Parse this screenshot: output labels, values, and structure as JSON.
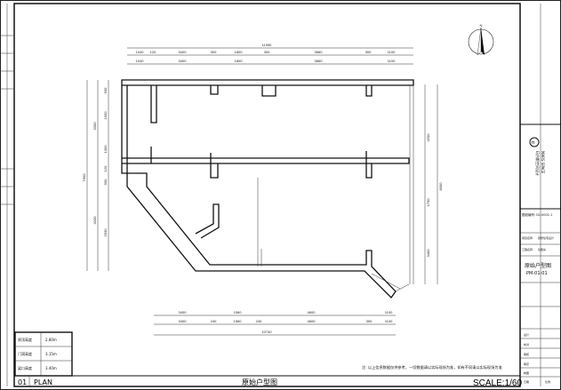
{
  "drawing": {
    "top_total": "11950",
    "top_row1": [
      "1040",
      "120",
      "3400",
      "300",
      "1800",
      "300",
      "3860",
      "300",
      "1100"
    ],
    "top_row2": [
      "1040",
      "3400",
      "1800",
      "3860",
      "1100"
    ],
    "bottom_row1": [
      "3400",
      "1560",
      "4600",
      "1100"
    ],
    "bottom_row2": [
      "3400",
      "240",
      "1560",
      "240",
      "4600",
      "300",
      "1100"
    ],
    "bottom_total": "10740",
    "left_row": [
      "500",
      "3300",
      "1500",
      "1300",
      "120",
      "900",
      "4200",
      "2930"
    ],
    "left_total": "7950",
    "right_row": [
      "4200",
      "1700",
      "3400"
    ],
    "right_total": "8000",
    "north_label": "N"
  },
  "heights_table": [
    {
      "label": "原顶高度",
      "value": "2.80m"
    },
    {
      "label": "门洞高度",
      "value": "3.15m"
    },
    {
      "label": "梁口高度",
      "value": "3.40m"
    }
  ],
  "note": "注: 以上信息数据仅供参考，一切数据请以实际现场为准，如有不同请以实际现场为准",
  "footer": {
    "number": "01",
    "plan": "PLAN",
    "title": "原始户型图",
    "scale": "SCALE:1/60"
  },
  "title_block": {
    "logo_en": "MARS SPACE",
    "logo_cn": "玛尔斯空间设计",
    "drawing_no": "图纸编号: DL.0001.1",
    "project_label": "项目名称",
    "project_value": "别墅住宅设计",
    "client_label": "工程名称",
    "client_value": "功能房",
    "sheet_title": "原始户型图",
    "sheet_code": "PM-01-01",
    "rows": [
      "设计",
      "校对",
      "审核",
      "审定",
      "制图",
      "日期",
      "比例"
    ]
  }
}
